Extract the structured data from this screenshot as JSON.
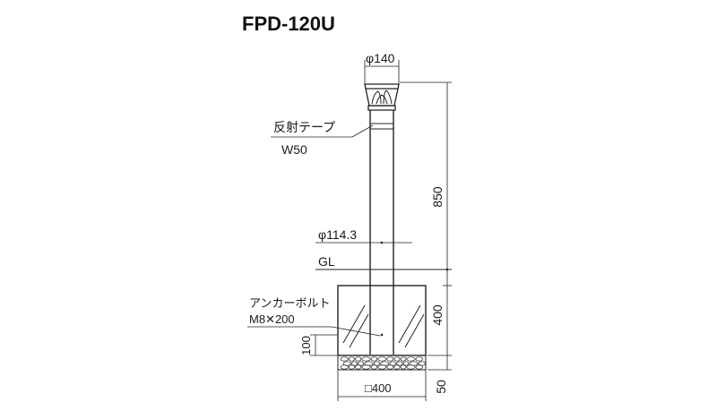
{
  "title": "FPD-120U",
  "labels": {
    "cap_diameter": "φ140",
    "reflective_tape": "反射テープ",
    "tape_width": "W50",
    "post_diameter": "φ114.3",
    "ground_line": "GL",
    "anchor_bolt": "アンカーボルト",
    "anchor_bolt_size": "M8✕200",
    "dim_height_above": "850",
    "dim_foundation": "400",
    "dim_gravel": "50",
    "dim_bolt_embed": "100",
    "dim_foundation_width": "□400"
  },
  "colors": {
    "line": "#222222",
    "background": "#ffffff"
  }
}
